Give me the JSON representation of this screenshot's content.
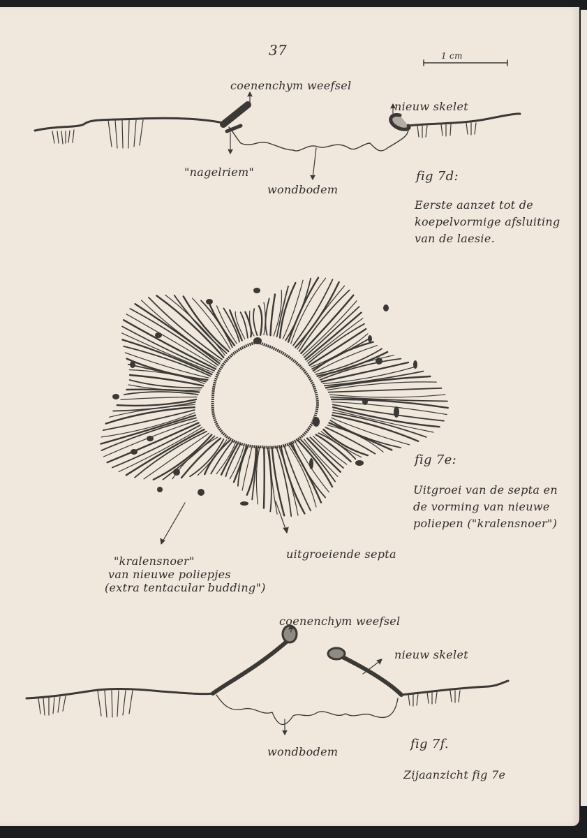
{
  "page": {
    "number": "37",
    "scale_bar_label": "1 cm",
    "colors": {
      "paper": "#f0e7dd",
      "ink": "#3a3935",
      "background": "#1b1d1e"
    }
  },
  "fig_7d": {
    "labels": {
      "coenenchym": "coenenchym weefsel",
      "nieuw_skelet": "nieuw skelet",
      "nagelriem": "\"nagelriem\"",
      "wondbodem": "wondbodem"
    },
    "caption_title": "fig 7d:",
    "caption_text": "Eerste aanzet tot de koepelvormige afsluiting van de laesie."
  },
  "fig_7e": {
    "labels": {
      "kralensnoer": "\"kralensnoer\"",
      "kralensnoer_line2": "van nieuwe poliepjes",
      "kralensnoer_line3": "(extra tentacular budding\")",
      "uitgroeiende_septa": "uitgroeiende septa"
    },
    "caption_title": "fig 7e:",
    "caption_text": "Uitgroei van de septa en de vorming van nieuwe poliepen (\"kralensnoer\")"
  },
  "fig_7f": {
    "labels": {
      "coenenchym": "coenenchym weefsel",
      "nieuw_skelet": "nieuw skelet",
      "wondbodem": "wondbodem"
    },
    "caption_title": "fig 7f.",
    "caption_text": "Zijaanzicht fig 7e"
  }
}
